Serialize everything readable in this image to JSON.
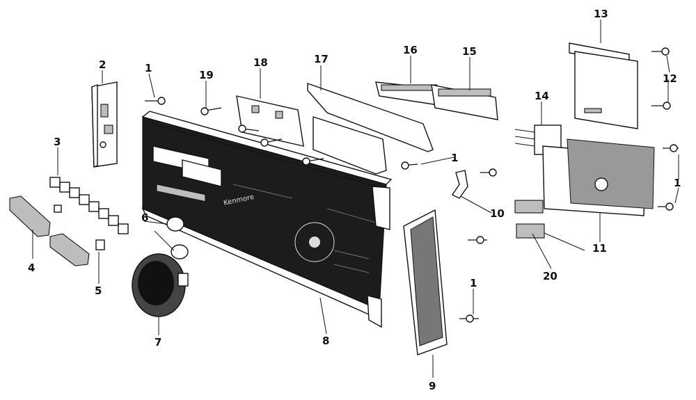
{
  "diagram": {
    "brand_text": "Kenmore",
    "callouts": [
      {
        "key": "c1a",
        "text": "1"
      },
      {
        "key": "c2",
        "text": "2"
      },
      {
        "key": "c3",
        "text": "3"
      },
      {
        "key": "c4",
        "text": "4"
      },
      {
        "key": "c5",
        "text": "5"
      },
      {
        "key": "c6",
        "text": "6"
      },
      {
        "key": "c7",
        "text": "7"
      },
      {
        "key": "c8",
        "text": "8"
      },
      {
        "key": "c9",
        "text": "9"
      },
      {
        "key": "c10",
        "text": "10"
      },
      {
        "key": "c11",
        "text": "11"
      },
      {
        "key": "c12",
        "text": "12"
      },
      {
        "key": "c13",
        "text": "13"
      },
      {
        "key": "c14",
        "text": "14"
      },
      {
        "key": "c15",
        "text": "15"
      },
      {
        "key": "c16",
        "text": "16"
      },
      {
        "key": "c17",
        "text": "17"
      },
      {
        "key": "c18",
        "text": "18"
      },
      {
        "key": "c19",
        "text": "19"
      },
      {
        "key": "c20",
        "text": "20"
      },
      {
        "key": "c1b",
        "text": "1"
      },
      {
        "key": "c1c",
        "text": "1"
      },
      {
        "key": "c1d",
        "text": "1"
      }
    ]
  }
}
